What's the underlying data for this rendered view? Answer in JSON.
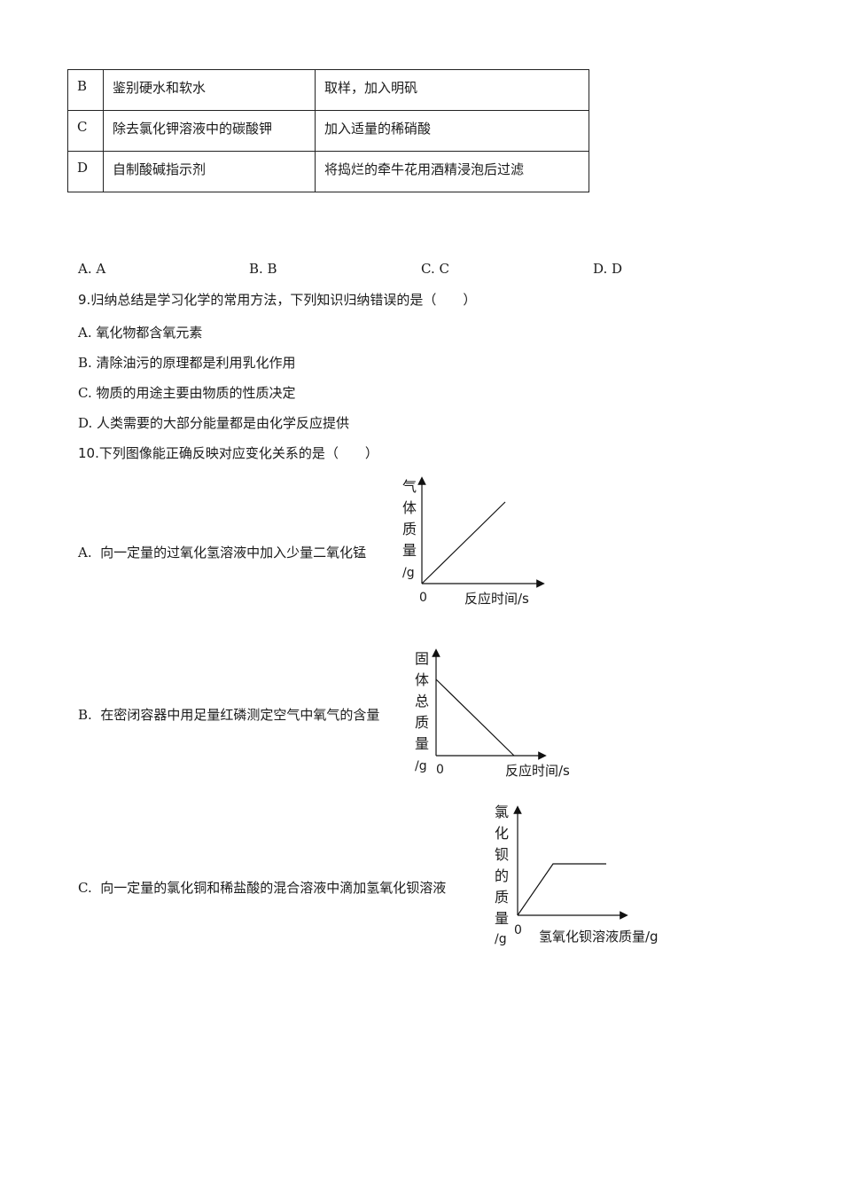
{
  "table": {
    "rows": [
      {
        "opt": "B",
        "item": "鉴别硬水和软水",
        "method": "取样，加入明矾"
      },
      {
        "opt": "C",
        "item": "除去氯化钾溶液中的碳酸钾",
        "method": "加入适量的稀硝酸"
      },
      {
        "opt": "D",
        "item": "自制酸碱指示剂",
        "method": "将捣烂的牵牛花用酒精浸泡后过滤"
      }
    ]
  },
  "q8_choices": [
    "A. A",
    "B. B",
    "C. C",
    "D. D"
  ],
  "q9": {
    "number": "9.",
    "stem": "归纳总结是学习化学的常用方法，下列知识归纳错误的是（　　）",
    "options": [
      "A. 氧化物都含氧元素",
      "B. 清除油污的原理都是利用乳化作用",
      "C. 物质的用途主要由物质的性质决定",
      "D. 人类需要的大部分能量都是由化学反应提供"
    ]
  },
  "q10": {
    "number": "10.",
    "stem": "下列图像能正确反映对应变化关系的是（　　）",
    "options": [
      {
        "label": "A.",
        "text": "向一定量的过氧化氢溶液中加入少量二氧化锰",
        "y_label_chars": [
          "气",
          "体",
          "质",
          "量"
        ],
        "y_unit": "/g",
        "origin": "0",
        "x_label": "反应时间/s",
        "chart_data": {
          "type": "line",
          "x": [
            0,
            1
          ],
          "y": [
            0,
            1
          ],
          "xlabel": "反应时间/s",
          "ylabel": "气体质量/g"
        }
      },
      {
        "label": "B.",
        "text": "在密闭容器中用足量红磷测定空气中氧气的含量",
        "y_label_chars": [
          "固",
          "体",
          "总",
          "质",
          "量"
        ],
        "y_unit": "/g",
        "origin": "0",
        "x_label": "反应时间/s",
        "chart_data": {
          "type": "line",
          "x": [
            0,
            1
          ],
          "y": [
            1,
            0
          ],
          "xlabel": "反应时间/s",
          "ylabel": "固体总质量/g"
        }
      },
      {
        "label": "C.",
        "text": "向一定量的氯化铜和稀盐酸的混合溶液中滴加氢氧化钡溶液",
        "y_label_chars": [
          "氯",
          "化",
          "钡",
          "的",
          "质",
          "量"
        ],
        "y_unit": "/g",
        "origin": "0",
        "x_label": "氢氧化钡溶液质量/g",
        "chart_data": {
          "type": "line",
          "x": [
            0,
            0.4,
            1
          ],
          "y": [
            0,
            1,
            1
          ],
          "xlabel": "氢氧化钡溶液质量/g",
          "ylabel": "氯化钡的质量/g"
        }
      }
    ]
  }
}
